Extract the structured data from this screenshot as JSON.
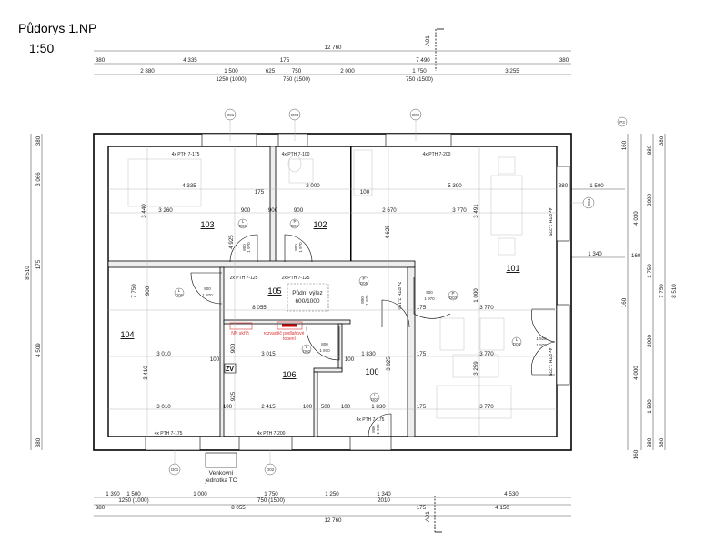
{
  "title": "Půdorys 1.NP",
  "scale": "1:50",
  "section_marker": "A01",
  "dims_top": {
    "total": "12 760",
    "row2": [
      "380",
      "4 335",
      "175",
      "7 490",
      "380"
    ],
    "row3": [
      "2 880",
      "1 500",
      "625",
      "750",
      "2 000",
      "1 750",
      "3 255"
    ],
    "row3_sub": [
      "1250 (1000)",
      "750 (1500)",
      "750 (1500)"
    ]
  },
  "dims_bottom": {
    "row1": [
      "1 390",
      "1 500",
      "1 000",
      "1 750",
      "1 250",
      "1 340",
      "4 530"
    ],
    "row1_sub": [
      "1250 (1000)",
      "750 (1500)",
      "2010"
    ],
    "row2": [
      "380",
      "8 055",
      "175",
      "4 150"
    ],
    "total": "12 760"
  },
  "dims_left": {
    "parts": [
      "380",
      "3 066",
      "175",
      "4 509",
      "380"
    ],
    "total": "8 510"
  },
  "dims_right": {
    "col1": [
      "160",
      "4 030",
      "160",
      "160",
      "4 000",
      "160"
    ],
    "col2": [
      "880",
      "2000",
      "1 750",
      "2000",
      "1 500",
      "380"
    ],
    "col3": [
      "380",
      "7 750",
      "380"
    ],
    "total": "8 510",
    "ext": [
      "380",
      "1 500",
      "1 340",
      "160"
    ]
  },
  "rooms": [
    "103",
    "102",
    "105",
    "104",
    "106",
    "100",
    "101"
  ],
  "interior": [
    "4 335",
    "175",
    "2 000",
    "100",
    "5 390",
    "3 260",
    "900",
    "900",
    "900",
    "2 670",
    "3 770",
    "3 440",
    "4 925",
    "4 625",
    "3 491",
    "7 750",
    "900",
    "8 055",
    "1 000",
    "175",
    "3 770",
    "3 010",
    "100",
    "3 015",
    "100",
    "1 830",
    "175",
    "3 770",
    "3 410",
    "900",
    "3 025",
    "3 259",
    "925",
    "3 010",
    "100",
    "2 415",
    "100",
    "500",
    "100",
    "1 830",
    "175",
    "3 770"
  ],
  "windows": [
    "4x PTH 7-175",
    "4x PTH 7-100",
    "4x PTH 7-200",
    "2x PTH 7-125",
    "2x PTH 7-125",
    "2x PTH 7-150",
    "4x PTH 7-225",
    "4x PTH 7-225",
    "4x PTH 7-175",
    "4x PTH 7-200",
    "4x PTH 7-175"
  ],
  "tags": [
    "O01",
    "O03",
    "O02",
    "P3",
    "O04",
    "O01",
    "O02"
  ],
  "door_tags": [
    {
      "side": "L",
      "id": "D06"
    },
    {
      "side": "P",
      "id": "D05"
    },
    {
      "side": "L",
      "id": "D06"
    },
    {
      "side": "P",
      "id": "D05"
    },
    {
      "side": "P",
      "id": "D03"
    },
    {
      "side": "L",
      "id": "D02"
    },
    {
      "side": "L",
      "id": "D04"
    },
    {
      "side": "L",
      "id": "D01"
    }
  ],
  "door_dims": [
    {
      "w": "800",
      "h": "1 970"
    },
    {
      "w": "800",
      "h": "1 970"
    },
    {
      "w": "800",
      "h": "1 970"
    },
    {
      "w": "800",
      "h": "1 975"
    },
    {
      "w": "900",
      "h": "1 970"
    },
    {
      "w": "800",
      "h": "1 970"
    },
    {
      "w": "1 920",
      "h": "1 970"
    },
    {
      "w": "800",
      "h": "1 970"
    }
  ],
  "annotations": {
    "attic_hatch": "Půdní výlez",
    "attic_hatch_size": "600/1000",
    "nn_cabinet": "NN skříň",
    "floor_heating_1": "rozvaděč podlahové",
    "floor_heating_2": "topení",
    "zv": "ZV",
    "outdoor_unit_1": "Venkovní",
    "outdoor_unit_2": "jednotka TČ"
  },
  "colors": {
    "wall": "#000000",
    "annotation_red": "#d33333",
    "furniture": "#cccccc"
  }
}
